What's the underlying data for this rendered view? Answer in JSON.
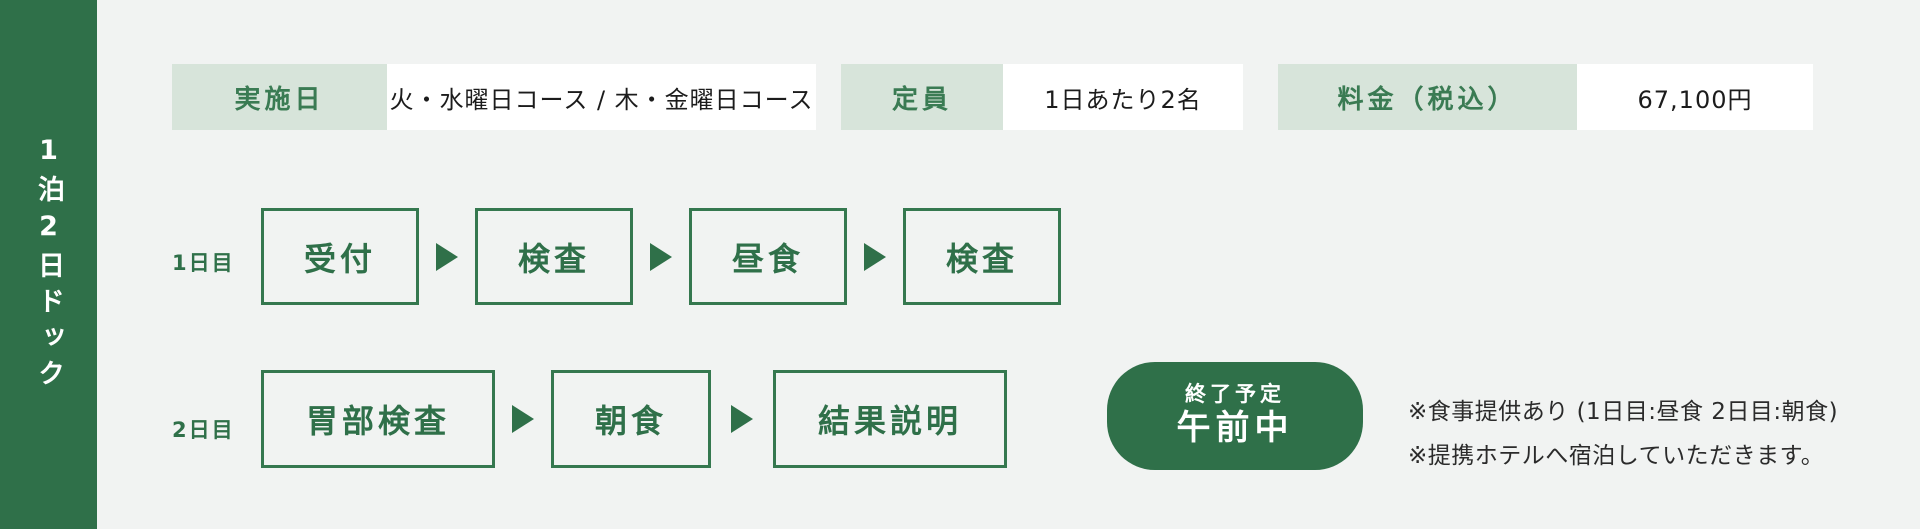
{
  "colors": {
    "background": "#F1F3F2",
    "accent_green": "#2F7049",
    "light_green": "#D7E4DA",
    "border_green": "#35784F",
    "text_dark": "#1C1C1C",
    "text_white": "#FFFFFF"
  },
  "sidebar": {
    "label": "1泊2日ドック"
  },
  "info": {
    "cells": [
      {
        "label": "実施日",
        "value": "火・水曜日コース / 木・金曜日コース"
      },
      {
        "label": "定員",
        "value": "1日あたり2名"
      },
      {
        "label": "料金（税込）",
        "value": "67,100円"
      }
    ]
  },
  "schedule": {
    "rows": [
      {
        "label": "1日目",
        "steps": [
          "受付",
          "検査",
          "昼食",
          "検査"
        ]
      },
      {
        "label": "2日目",
        "steps": [
          "胃部検査",
          "朝食",
          "結果説明"
        ]
      }
    ]
  },
  "badge": {
    "title": "終了予定",
    "value": "午前中"
  },
  "notes": {
    "line1": "※食事提供あり (1日目:昼食 2日目:朝食)",
    "line2": "※提携ホテルへ宿泊していただきます。"
  }
}
